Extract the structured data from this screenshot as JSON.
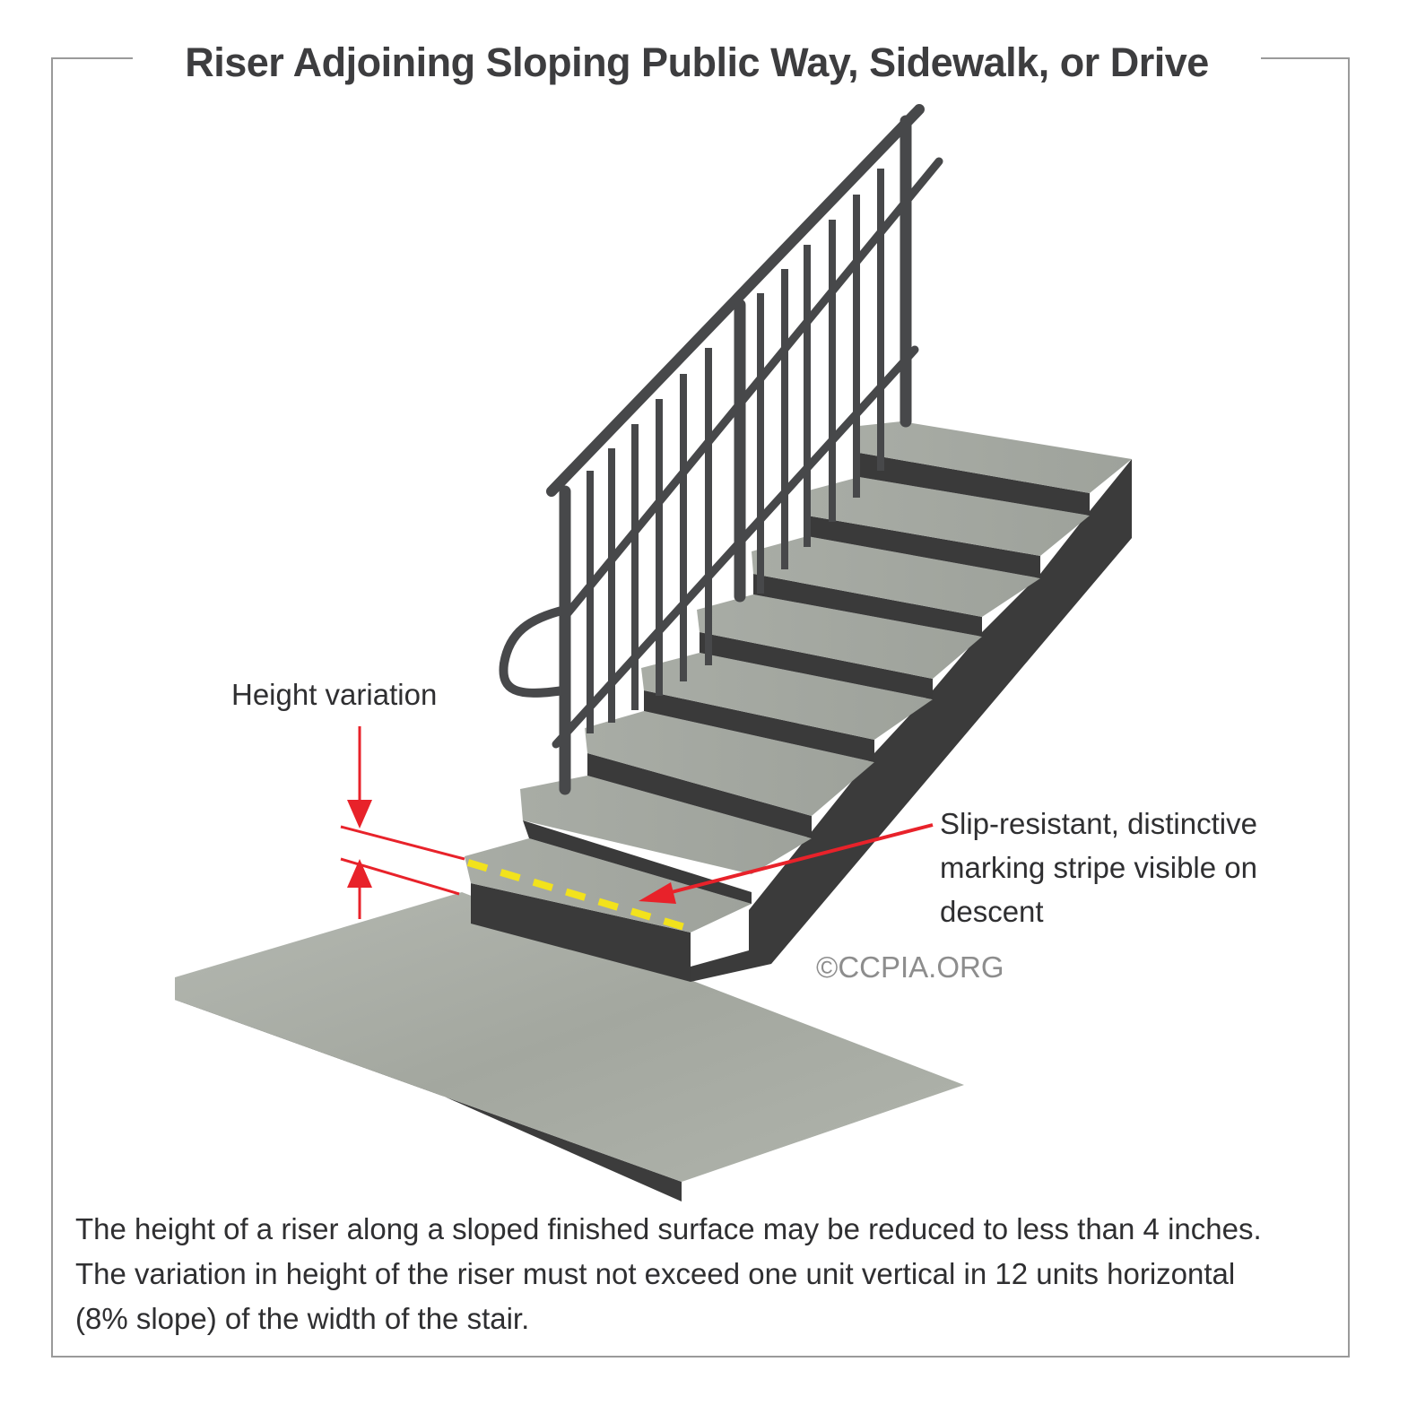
{
  "title": "Riser Adjoining Sloping Public Way, Sidewalk, or Drive",
  "labels": {
    "height_variation": "Height variation",
    "stripe_lines": [
      "Slip-resistant, distinctive",
      "marking stripe visible on",
      "descent"
    ]
  },
  "copyright": "©CCPIA.ORG",
  "caption_lines": [
    "The height of a riser along a sloped finished surface may be reduced to less than 4 inches.",
    "The variation in height of the riser must not exceed one unit vertical in 12 units horizontal",
    "(8% slope) of the width of the stair."
  ],
  "colors": {
    "frame": "#9a9a9a",
    "concrete": "#a9ada6",
    "stair_dark": "#3a3a3a",
    "railing": "#47484a",
    "arrow_red": "#e8222a",
    "stripe_yellow": "#f2e21c"
  }
}
